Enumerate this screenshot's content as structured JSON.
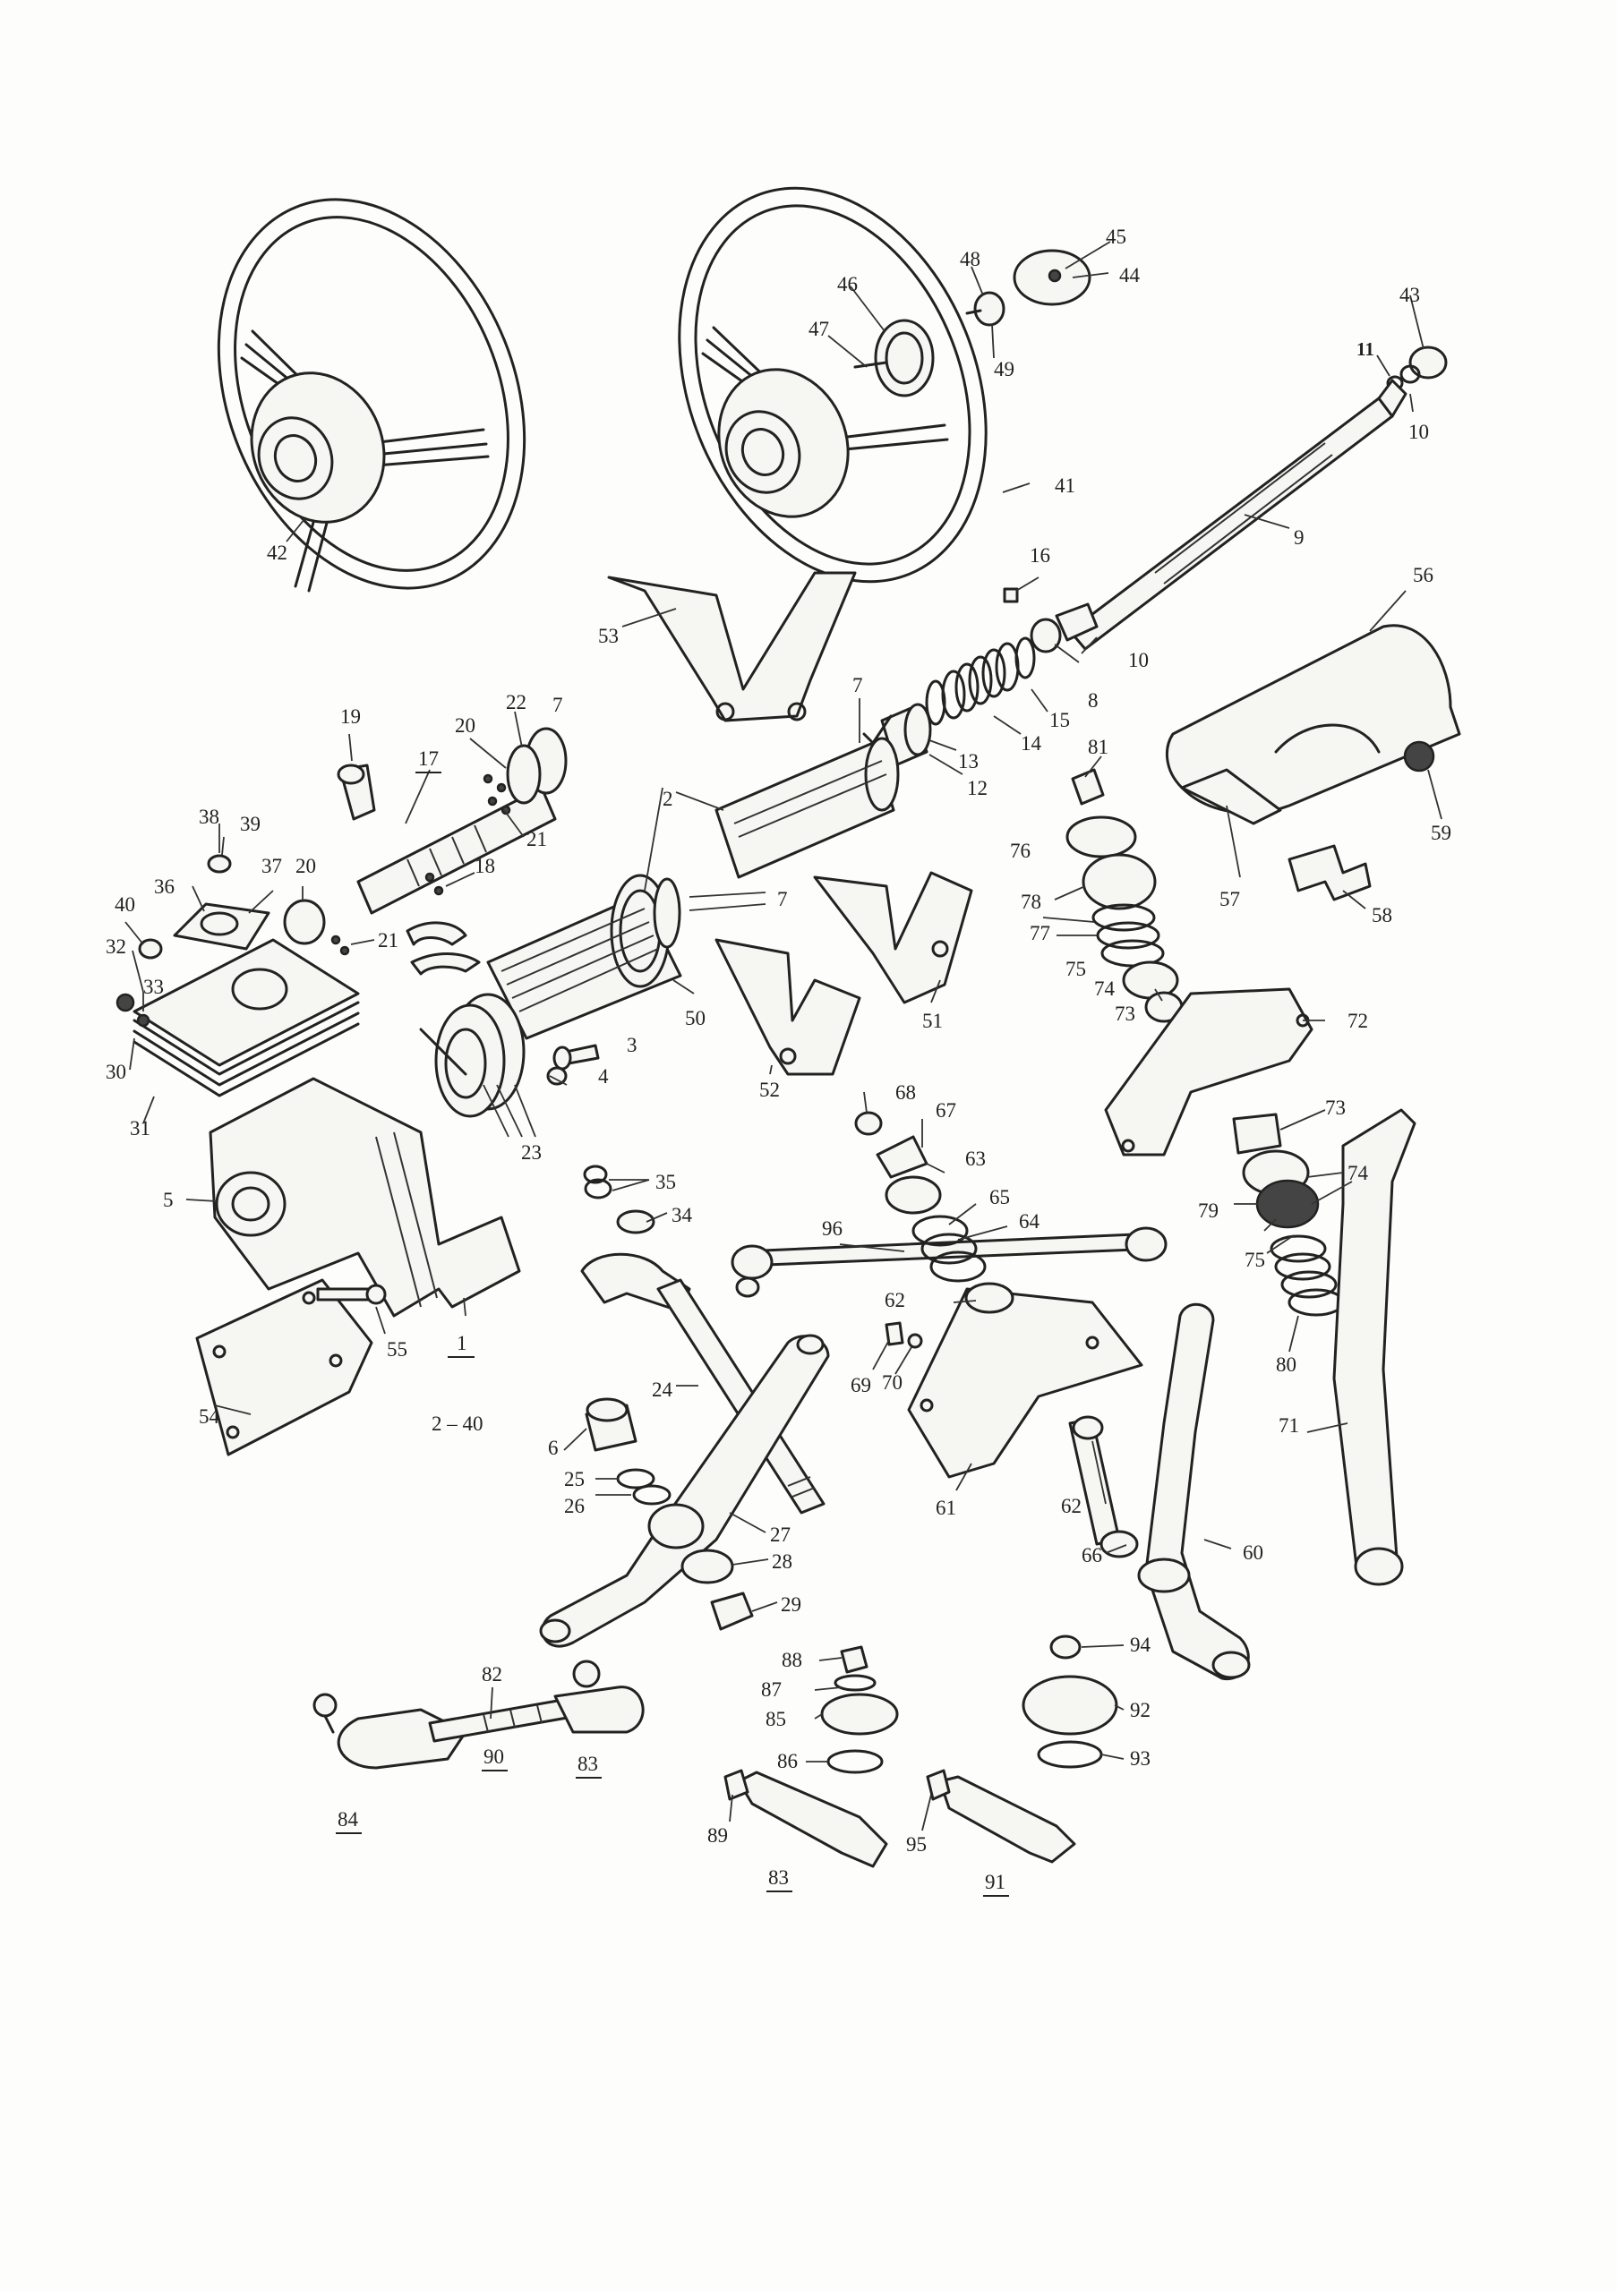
{
  "labels": [
    {
      "id": "p1",
      "text": "1"
    },
    {
      "id": "p2",
      "text": "2"
    },
    {
      "id": "p3",
      "text": "3"
    },
    {
      "id": "p4",
      "text": "4"
    },
    {
      "id": "p5",
      "text": "5"
    },
    {
      "id": "p6",
      "text": "6"
    },
    {
      "id": "p7a",
      "text": "7"
    },
    {
      "id": "p7b",
      "text": "7"
    },
    {
      "id": "p7c",
      "text": "7"
    },
    {
      "id": "p8",
      "text": "8"
    },
    {
      "id": "p9",
      "text": "9"
    },
    {
      "id": "p10a",
      "text": "10"
    },
    {
      "id": "p10b",
      "text": "10"
    },
    {
      "id": "p11",
      "text": "11"
    },
    {
      "id": "p12",
      "text": "12"
    },
    {
      "id": "p13",
      "text": "13"
    },
    {
      "id": "p14",
      "text": "14"
    },
    {
      "id": "p15",
      "text": "15"
    },
    {
      "id": "p16",
      "text": "16"
    },
    {
      "id": "p17",
      "text": "17"
    },
    {
      "id": "p18",
      "text": "18"
    },
    {
      "id": "p19",
      "text": "19"
    },
    {
      "id": "p20a",
      "text": "20"
    },
    {
      "id": "p20b",
      "text": "20"
    },
    {
      "id": "p21a",
      "text": "21"
    },
    {
      "id": "p21b",
      "text": "21"
    },
    {
      "id": "p22",
      "text": "22"
    },
    {
      "id": "p23",
      "text": "23"
    },
    {
      "id": "p24",
      "text": "24"
    },
    {
      "id": "p25",
      "text": "25"
    },
    {
      "id": "p26",
      "text": "26"
    },
    {
      "id": "p27",
      "text": "27"
    },
    {
      "id": "p28",
      "text": "28"
    },
    {
      "id": "p29",
      "text": "29"
    },
    {
      "id": "p30",
      "text": "30"
    },
    {
      "id": "p31",
      "text": "31"
    },
    {
      "id": "p32",
      "text": "32"
    },
    {
      "id": "p33",
      "text": "33"
    },
    {
      "id": "p34",
      "text": "34"
    },
    {
      "id": "p35",
      "text": "35"
    },
    {
      "id": "p36",
      "text": "36"
    },
    {
      "id": "p37",
      "text": "37"
    },
    {
      "id": "p38",
      "text": "38"
    },
    {
      "id": "p39",
      "text": "39"
    },
    {
      "id": "p40",
      "text": "40"
    },
    {
      "id": "p2_40",
      "text": "2 – 40"
    },
    {
      "id": "p41",
      "text": "41"
    },
    {
      "id": "p42",
      "text": "42"
    },
    {
      "id": "p43",
      "text": "43"
    },
    {
      "id": "p44",
      "text": "44"
    },
    {
      "id": "p45",
      "text": "45"
    },
    {
      "id": "p46",
      "text": "46"
    },
    {
      "id": "p47",
      "text": "47"
    },
    {
      "id": "p48",
      "text": "48"
    },
    {
      "id": "p49",
      "text": "49"
    },
    {
      "id": "p50",
      "text": "50"
    },
    {
      "id": "p51",
      "text": "51"
    },
    {
      "id": "p52",
      "text": "52"
    },
    {
      "id": "p53",
      "text": "53"
    },
    {
      "id": "p54",
      "text": "54"
    },
    {
      "id": "p55",
      "text": "55"
    },
    {
      "id": "p56",
      "text": "56"
    },
    {
      "id": "p57",
      "text": "57"
    },
    {
      "id": "p58",
      "text": "58"
    },
    {
      "id": "p59",
      "text": "59"
    },
    {
      "id": "p60",
      "text": "60"
    },
    {
      "id": "p61",
      "text": "61"
    },
    {
      "id": "p62a",
      "text": "62"
    },
    {
      "id": "p62b",
      "text": "62"
    },
    {
      "id": "p63",
      "text": "63"
    },
    {
      "id": "p64",
      "text": "64"
    },
    {
      "id": "p65",
      "text": "65"
    },
    {
      "id": "p66",
      "text": "66"
    },
    {
      "id": "p67",
      "text": "67"
    },
    {
      "id": "p68",
      "text": "68"
    },
    {
      "id": "p69",
      "text": "69"
    },
    {
      "id": "p70",
      "text": "70"
    },
    {
      "id": "p71",
      "text": "71"
    },
    {
      "id": "p72",
      "text": "72"
    },
    {
      "id": "p73a",
      "text": "73"
    },
    {
      "id": "p73b",
      "text": "73"
    },
    {
      "id": "p74a",
      "text": "74"
    },
    {
      "id": "p74b",
      "text": "74"
    },
    {
      "id": "p75a",
      "text": "75"
    },
    {
      "id": "p75b",
      "text": "75"
    },
    {
      "id": "p76",
      "text": "76"
    },
    {
      "id": "p77",
      "text": "77"
    },
    {
      "id": "p78",
      "text": "78"
    },
    {
      "id": "p79",
      "text": "79"
    },
    {
      "id": "p80",
      "text": "80"
    },
    {
      "id": "p81",
      "text": "81"
    },
    {
      "id": "p82",
      "text": "82"
    },
    {
      "id": "p83a",
      "text": "83"
    },
    {
      "id": "p83b",
      "text": "83"
    },
    {
      "id": "p84",
      "text": "84"
    },
    {
      "id": "p85",
      "text": "85"
    },
    {
      "id": "p86",
      "text": "86"
    },
    {
      "id": "p87",
      "text": "87"
    },
    {
      "id": "p88",
      "text": "88"
    },
    {
      "id": "p89",
      "text": "89"
    },
    {
      "id": "p90",
      "text": "90"
    },
    {
      "id": "p91",
      "text": "91"
    },
    {
      "id": "p92",
      "text": "92"
    },
    {
      "id": "p93",
      "text": "93"
    },
    {
      "id": "p94",
      "text": "94"
    },
    {
      "id": "p95",
      "text": "95"
    },
    {
      "id": "p96",
      "text": "96"
    }
  ]
}
